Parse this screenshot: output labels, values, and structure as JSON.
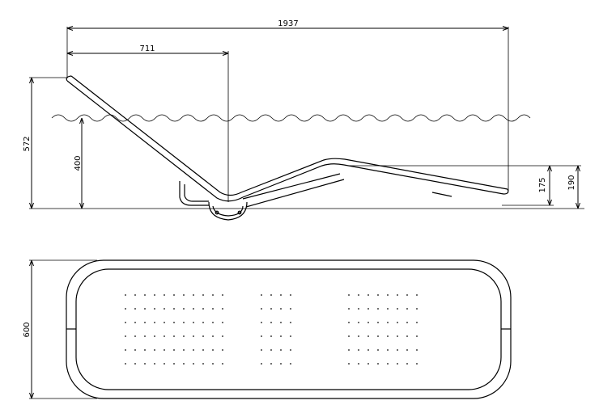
{
  "drawing": {
    "type": "technical-drawing",
    "subject": "sun lounger",
    "views": [
      "side-view",
      "top-view"
    ]
  },
  "dimensions": {
    "overall_length": "1937",
    "backrest_length": "711",
    "backrest_height": "572",
    "water_level_height": "400",
    "leg_rest_height": "175",
    "foot_height": "190",
    "width": "600"
  },
  "top_view": {
    "dot_grid_groups": [
      {
        "cols": 11,
        "rows": 6
      },
      {
        "cols": 4,
        "rows": 6
      },
      {
        "cols": 8,
        "rows": 6
      }
    ]
  }
}
